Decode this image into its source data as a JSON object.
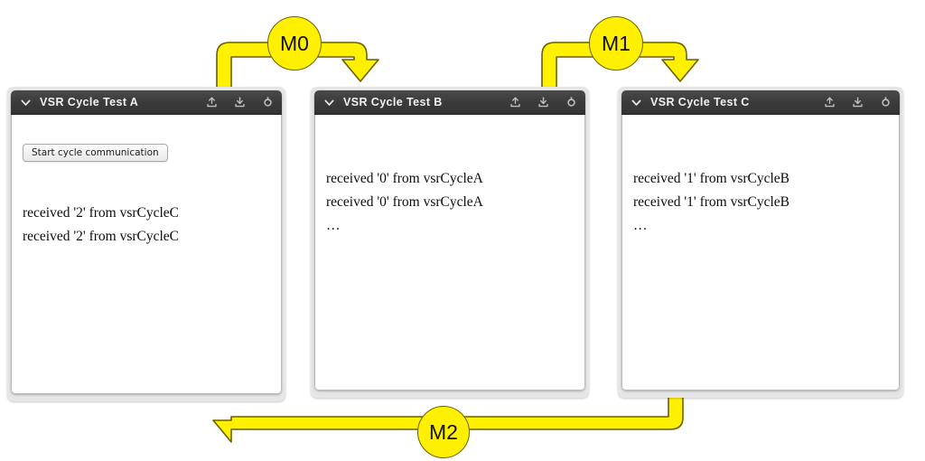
{
  "diagram": {
    "background_color": "#ffffff",
    "accent_color": "#fff000",
    "accent_outline_color": "#6b6000"
  },
  "panels": [
    {
      "id": "vsr-cycle-test-a",
      "title": "VSR Cycle Test A",
      "chevron_icon": "chevron-down-icon",
      "icons": [
        "upload-icon",
        "download-icon",
        "gear-icon"
      ],
      "button": {
        "label": "Start cycle communication"
      },
      "log_lines": [
        "received '2' from vsrCycleC",
        "received '2' from vsrCycleC"
      ]
    },
    {
      "id": "vsr-cycle-test-b",
      "title": "VSR Cycle Test B",
      "chevron_icon": "chevron-down-icon",
      "icons": [
        "upload-icon",
        "download-icon",
        "gear-icon"
      ],
      "button": null,
      "log_lines": [
        "received '0' from vsrCycleA",
        "received '0' from vsrCycleA",
        "…"
      ]
    },
    {
      "id": "vsr-cycle-test-c",
      "title": "VSR Cycle Test C",
      "chevron_icon": "chevron-down-icon",
      "icons": [
        "upload-icon",
        "download-icon",
        "gear-icon"
      ],
      "button": null,
      "log_lines": [
        "received '1' from vsrCycleB",
        "received '1' from vsrCycleB",
        "…"
      ]
    }
  ],
  "messages": [
    {
      "id": "m0",
      "label": "M0",
      "from": "vsr-cycle-test-a",
      "to": "vsr-cycle-test-b"
    },
    {
      "id": "m1",
      "label": "M1",
      "from": "vsr-cycle-test-b",
      "to": "vsr-cycle-test-c"
    },
    {
      "id": "m2",
      "label": "M2",
      "from": "vsr-cycle-test-c",
      "to": "vsr-cycle-test-a"
    }
  ]
}
